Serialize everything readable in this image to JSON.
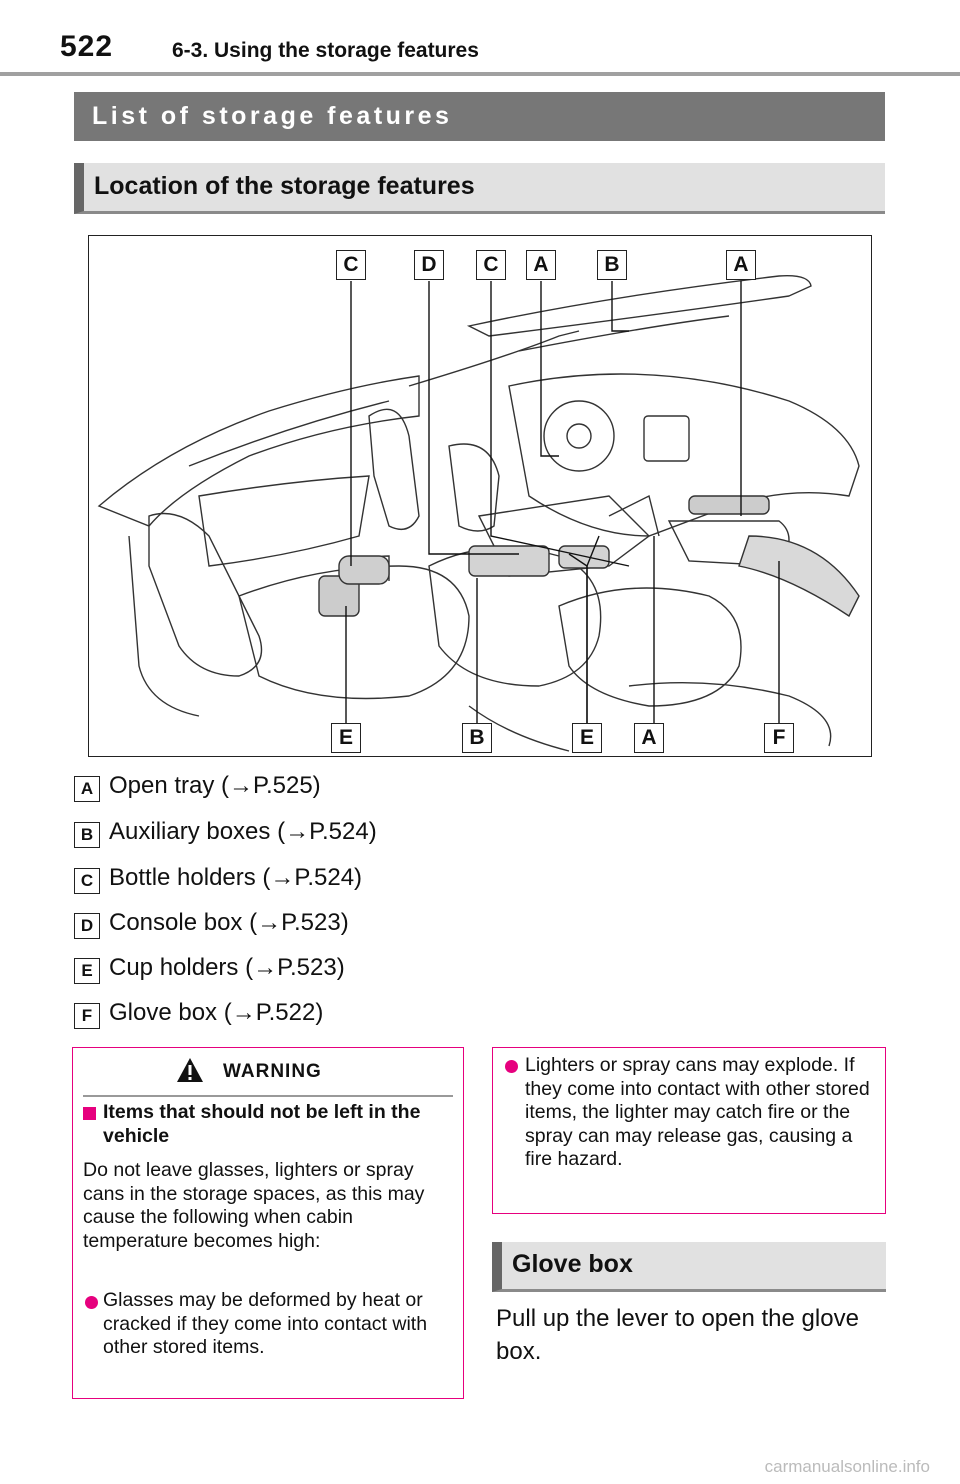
{
  "header": {
    "page_number": "522",
    "chapter": "6-3. Using the storage features"
  },
  "section_title": "List of storage features",
  "subsection_title": "Location of the storage features",
  "figure": {
    "top_labels": [
      "C",
      "D",
      "C",
      "A",
      "B",
      "A"
    ],
    "bottom_labels": [
      "E",
      "B",
      "E",
      "A",
      "F"
    ]
  },
  "legend": [
    {
      "letter": "A",
      "text": "Open tray (→P.525)"
    },
    {
      "letter": "B",
      "text": "Auxiliary boxes (→P.524)"
    },
    {
      "letter": "C",
      "text": "Bottle holders (→P.524)"
    },
    {
      "letter": "D",
      "text": "Console box (→P.523)"
    },
    {
      "letter": "E",
      "text": "Cup holders (→P.523)"
    },
    {
      "letter": "F",
      "text": "Glove box (→P.522)"
    }
  ],
  "warning": {
    "title": "WARNING",
    "heading": "Items that should not be left in the vehicle",
    "body": "Do not leave glasses, lighters or spray cans in the storage spaces, as this may cause the following when cabin temperature becomes high:",
    "bullet1": "Glasses may be deformed by heat or cracked if they come into contact with other stored items.",
    "bullet2": "Lighters or spray cans may explode. If they come into contact with other stored items, the lighter may catch fire or the spray can may release gas, causing a fire hazard."
  },
  "glove_box": {
    "title": "Glove box",
    "text": "Pull up the lever to open the glove box."
  },
  "watermark": "carmanualsonline.info",
  "colors": {
    "warning_border": "#e6007e",
    "section_bar": "#777777",
    "subsection_bar": "#e1e1e1"
  },
  "icons": [
    "warning-triangle-icon",
    "arrow-right-icon"
  ]
}
